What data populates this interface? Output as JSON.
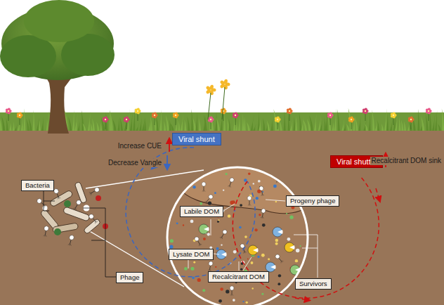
{
  "diagram": {
    "nodes": [
      {
        "text": [
          "Viral shunt"
        ]
      },
      {
        "text": [
          "Viral shuttle"
        ]
      },
      {
        "text": [
          "Bacteria"
        ]
      },
      {
        "text": [
          "Labile DOM"
        ]
      },
      {
        "text": [
          "Progeny phage"
        ]
      },
      {
        "text": [
          "Lysate DOM"
        ]
      },
      {
        "text": [
          "Phage"
        ]
      },
      {
        "text": [
          "Recalcitrant DOM"
        ]
      },
      {
        "text": [
          "Survivors"
        ]
      }
    ],
    "labels": [
      "Increase CUE",
      "Decrease Vangle",
      "Recalcitrant DOM sink"
    ]
  }
}
